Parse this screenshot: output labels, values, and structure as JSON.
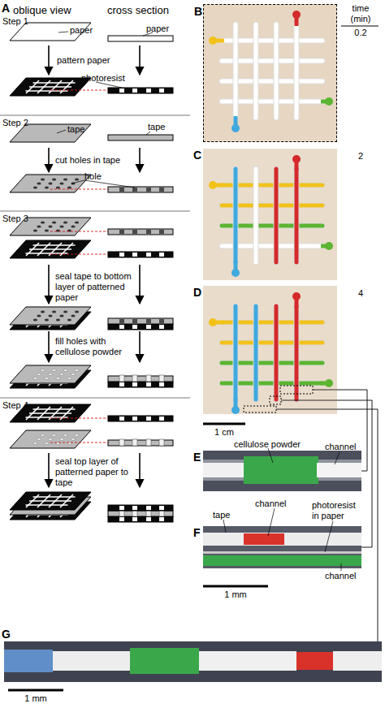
{
  "diagram": {
    "nodes": [
      {
        "text": [
          "A"
        ]
      },
      {
        "text": [
          "B"
        ]
      },
      {
        "text": [
          "C"
        ]
      },
      {
        "text": [
          "D"
        ]
      },
      {
        "text": [
          "E"
        ]
      },
      {
        "text": [
          "F"
        ]
      },
      {
        "text": [
          "G"
        ]
      }
    ],
    "edges": [
      {
        "from": 3,
        "to": 4,
        "arrow": "none"
      },
      {
        "from": 3,
        "to": 5,
        "arrow": "none"
      },
      {
        "from": 3,
        "to": 6,
        "arrow": "none"
      }
    ],
    "labels": [
      "oblique view",
      "cross section",
      "Step 1",
      "paper",
      "paper",
      "pattern paper",
      "photoresist",
      "Step 2",
      "tape",
      "tape",
      "cut holes in tape",
      "hole",
      "Step 3",
      "seal tape to bottom layer of patterned paper",
      "fill holes with cellulose powder",
      "Step 4",
      "seal top layer of patterned paper to tape",
      "time (min)",
      "0.2",
      "2",
      "4",
      "1 cm",
      "cellulose powder",
      "channel",
      "tape",
      "channel",
      "photoresist in paper",
      "channel",
      "1 mm",
      "1 mm"
    ]
  }
}
